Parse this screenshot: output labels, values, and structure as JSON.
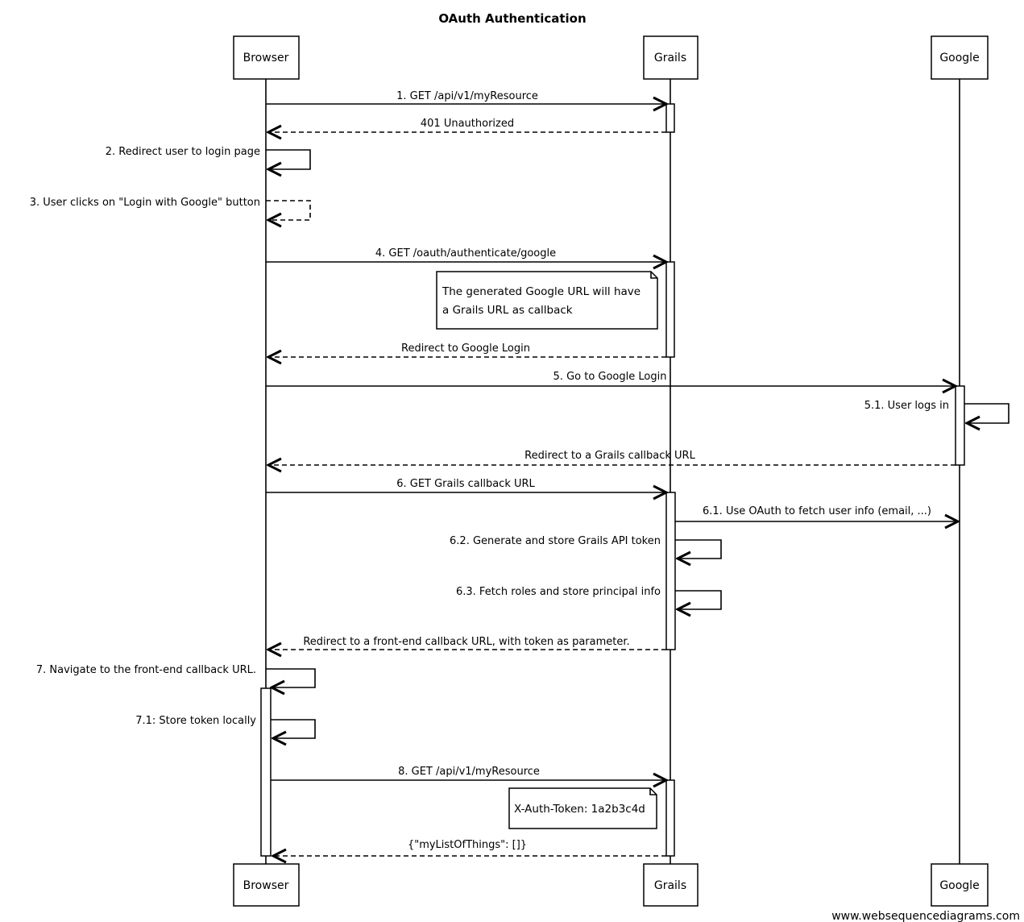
{
  "title": "OAuth Authentication",
  "participants": [
    "Browser",
    "Grails",
    "Google"
  ],
  "messages": [
    "1. GET /api/v1/myResource",
    "401 Unauthorized",
    "2. Redirect user to login page",
    "3. User clicks on \"Login with Google\" button",
    "4. GET /oauth/authenticate/google",
    "Redirect to Google Login",
    "5. Go to Google Login",
    "5.1. User logs in",
    "Redirect to a Grails callback URL",
    "6. GET Grails callback URL",
    "6.1. Use OAuth to fetch user info (email, ...)",
    "6.2. Generate and store Grails API token",
    "6.3. Fetch roles and store principal info",
    "Redirect to a front-end callback URL, with token as parameter.",
    "7. Navigate to the front-end callback URL.",
    "7.1: Store token locally",
    "8. GET /api/v1/myResource",
    "{\"myListOfThings\": []}"
  ],
  "notes": [
    [
      "The generated Google URL will have",
      "a Grails URL as callback"
    ],
    [
      "X-Auth-Token: 1a2b3c4d"
    ]
  ],
  "watermark": "www.websequencediagrams.com"
}
